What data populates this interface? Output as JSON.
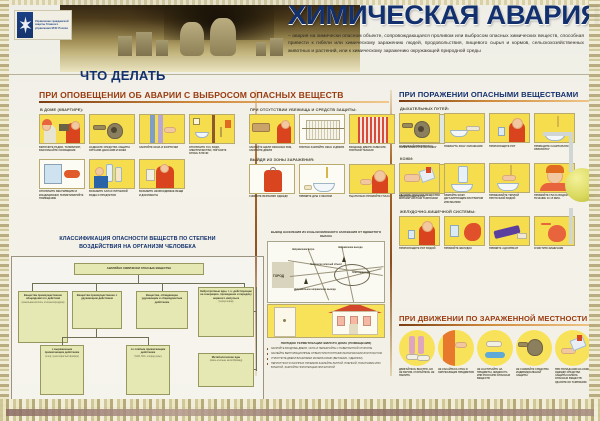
{
  "poster": {
    "title": "ХИМИЧЕСКАЯ АВАРИЯ",
    "definition": "– авария на химически опасном объекте, сопровождающаяся проливом или выбросом опасных химических веществ, способная привести к гибели или химическому заражению людей, продовольствия, пищевого сырья и кормов, сельскохозяйственных животных и растений, или к химическому заражению окружающей природной среды",
    "what_to_do": "ЧТО ДЕЛАТЬ",
    "emblem_text": "Управление гражданской защиты Главного управления МЧС России"
  },
  "section_alert": {
    "title": "ПРИ ОПОВЕЩЕНИИ ОБ АВАРИИ С ВЫБРОСОМ ОПАСНЫХ ВЕЩЕСТВ",
    "sub_home": "В ДОМЕ (КВАРТИРЕ):",
    "sub_noshelter": "ПРИ ОТСУТСТВИИ УБЕЖИЩА И СРЕДСТВ ЗАЩИТЫ:",
    "sub_exit": "ВЫЙДЯ ИЗ ЗОНЫ ЗАРАЖЕНИЯ:",
    "home_row1": [
      {
        "caption": "ВКЛЮЧИТЕ РАДИО, ТЕЛЕВИЗОР, ВЫСЛУШАЙТЕ СООБЩЕНИЕ",
        "icon": "radio-listen-icon"
      },
      {
        "caption": "НАДЕНЬТЕ СРЕДСТВА ЗАЩИТЫ ОРГАНОВ ДЫХАНИЯ И КОЖИ",
        "icon": "gas-mask-icon"
      },
      {
        "caption": "ЗАКРОЙТЕ ОКНА И ФОРТОЧКИ",
        "icon": "close-window-icon"
      },
      {
        "caption": "ОТКЛЮЧИТЕ ГАЗ, ВОДУ, ЭЛЕКТРИЧЕСТВО, ПОГАСИТЕ ОГОНЬ В ПЕЧИ",
        "icon": "shutoff-utilities-icon"
      }
    ],
    "home_row2": [
      {
        "caption": "ОТКЛЮЧИТЕ ВЕНТИЛЯЦИЮ И КОНДИЦИОНЕР, ГЕРМЕТИЗИРУЙТЕ ПОМЕЩЕНИЕ",
        "icon": "seal-room-icon"
      },
      {
        "caption": "ВОЗЬМИТЕ ЗАПАС ПИТЬЕВОЙ ВОДЫ И ПРОДУКТОВ",
        "icon": "water-food-icon"
      },
      {
        "caption": "ВОЗЬМИТЕ НЕОБХОДИМЫЕ ВЕЩИ И ДОКУМЕНТЫ",
        "icon": "documents-icon"
      }
    ],
    "noshelter_row": [
      {
        "caption": "ЗАКЛЕЙТЕ ЩЕЛИ ОКОННЫХ РАМ, ЗАКРОЙТЕ ДВЕРИ",
        "icon": "tape-gaps-icon"
      },
      {
        "caption": "ПЛОТНО ЗАКРОЙТЕ ОКНА И ДВЕРИ",
        "icon": "radiator-window-icon"
      },
      {
        "caption": "ВХОДНЫЕ ДВЕРИ ЗАВЕСЬТЕ ПЛОТНОЙ ТКАНЬЮ",
        "icon": "curtain-door-icon"
      },
      {
        "caption": "ГЕРМЕТИЗИРУЙТЕ ВЫТЯЖКУ",
        "icon": "seal-vent-icon"
      }
    ],
    "exit_row": [
      {
        "caption": "СНИМИТЕ ВЕРХНЮЮ ОДЕЖДУ",
        "icon": "remove-coat-icon"
      },
      {
        "caption": "ПРИМИТЕ ДУШ С МЫЛОМ",
        "icon": "shower-soap-icon"
      },
      {
        "caption": "ТЩАТЕЛЬНО ПРОМОЙТЕ ГЛАЗА",
        "icon": "wash-eyes-icon"
      },
      {
        "caption": "ПРОПОЛОЩИТЕ РОТ",
        "icon": "rinse-mouth-icon"
      }
    ]
  },
  "section_poisoning": {
    "title": "ПРИ ПОРАЖЕНИИ ОПАСНЫМИ ВЕЩЕСТВАМИ",
    "sub_airways": "ДЫХАТЕЛЬНЫХ ПУТЕЙ:",
    "sub_skin": "КОЖИ:",
    "sub_gi": "ЖЕЛУДОЧНО-КИШЕЧНОЙ СИСТЕМЫ:",
    "airways_row": [
      {
        "caption": "НАДЕЖНЫЙ ПРОТИВОГАЗ",
        "icon": "gas-mask-icon"
      },
      {
        "caption": "ПОКИНУТЬ ЗОНУ ЗАРАЖЕНИЯ",
        "icon": "leave-zone-icon"
      },
      {
        "caption": "ПРОПОЛОЩИТЕ РОТ",
        "icon": "rinse-mouth-icon"
      },
      {
        "caption": "ПРОВЕДИТЕ САНИТАРНУЮ ОБРАБОТКУ",
        "icon": "sanitary-wash-icon"
      }
    ],
    "skin_row": [
      {
        "caption": "УДАЛИТЕ ОПАСНОЕ ВЕЩЕСТВО МЯГКИМ ЧИСТЫМ ТАМПОНОМ",
        "icon": "swab-icon"
      },
      {
        "caption": "ОБМОЙТЕ КОЖУ ДЕГАЗИРУЮЩИМ РАСТВОРОМ ИЛИ МЫЛОМ",
        "icon": "degas-solution-icon"
      },
      {
        "caption": "ПРОМЫВАЙТЕ ТЕПЛОЙ ПРОТОЧНОЙ ВОДОЙ",
        "icon": "running-water-icon"
      },
      {
        "caption": "ПРОМОЙТЕ ГЛАЗА ВОДОЙ В ТЕЧЕНИЕ 10-15 МИН.",
        "icon": "eye-rinse-icon"
      }
    ],
    "gi_row": [
      {
        "caption": "ПРОПОЛОЩИТЕ РОТ ВОДОЙ",
        "icon": "rinse-mouth-icon"
      },
      {
        "caption": "ПРОМОЙТЕ ЖЕЛУДОК",
        "icon": "stomach-icon"
      },
      {
        "caption": "ПРИМИТЕ АДСОРБЕНТ",
        "icon": "adsorbent-icon"
      },
      {
        "caption": "ОЧИСТИТЕ КИШЕЧНИК",
        "icon": "enema-icon"
      }
    ]
  },
  "section_movement": {
    "title": "ПРИ ДВИЖЕНИИ ПО ЗАРАЖЕННОЙ МЕСТНОСТИ",
    "items": [
      {
        "caption": "ДВИГАЙТЕСЬ БЫСТРО, НО НЕ БЕГОМ, СТАРАЙТЕСЬ НЕ ПЫЛИТЬ",
        "icon": "walk-fast-icon"
      },
      {
        "caption": "НЕ КАСАЙТЕСЬ СТЕН И ОКРУЖАЮЩИХ ПРЕДМЕТОВ",
        "icon": "no-touch-icon"
      },
      {
        "caption": "НЕ НАСТУПАЙТЕ НА ПРЕДМЕТЫ, ЖИДКОСТЬ ИЛИ РОССЫПИ ОПАСНЫХ ВЕЩЕСТВ",
        "icon": "no-step-icon"
      },
      {
        "caption": "НЕ СНИМАЙТЕ СРЕДСТВА ИНДИВИДУАЛЬНОЙ ЗАЩИТЫ",
        "icon": "keep-ppe-icon"
      },
      {
        "caption": "ПРИ ПОПАДАНИИ НА КОЖУ, ОДЕЖДУ СРЕДСТВА ЗАЩИТЫ КАПЕЛЬ ОПАСНЫХ ВЕЩЕСТВ УДАЛИТЕ ИХ ТАМПОНОМ",
        "icon": "swab-icon"
      }
    ]
  },
  "section_classification": {
    "title_line1": "КЛАССИФИКАЦИЯ ОПАСНОСТИ ВЕЩЕСТВ ПО СТЕПЕНИ",
    "title_line2": "ВОЗДЕЙСТВИЯ НА ОРГАНИЗМ ЧЕЛОВЕКА",
    "root": "АВАРИЙНО ХИМИЧЕСКИ ОПАСНЫЕ ВЕЩЕСТВА",
    "nodes": [
      {
        "label": "Вещества преимущественно общеядовитого действия",
        "sub": "(синильная кислота, этиленхлоргидрин)"
      },
      {
        "label": "Вещества преимущественно с удушающим действием",
        "sub": ""
      },
      {
        "label": "Вещества, обладающие удушающим и общеядовитым действием",
        "sub": ""
      },
      {
        "label": "Нейротропные яды, т. е. действующие на генерацию, проведение и передачу нервного импульса",
        "sub": "(сероуглерод)"
      },
      {
        "label": "с выраженным прижигающим действием",
        "sub": "(хлор, треххлористый фосфор)"
      },
      {
        "label": "со слабым прижигающим действием",
        "sub": "(SO2, NOx, хлорид серы)"
      },
      {
        "label": "Метаболические яды",
        "sub": "(окись этилена, метилбромид)"
      }
    ]
  },
  "section_map": {
    "caption": "ВЫВОД НАСЕЛЕНИЯ ИЗ ЗОНЫ ВОЗМОЖНОГО ЗАРАЖЕНИЯ ОТ ЯДОВИТОГО ОБЛАКА",
    "labels": [
      "Направление ветра",
      "Направление выхода",
      "Неправильное направление выхода",
      "Зона заражения",
      "Химически опасный объект",
      "ГОРОД"
    ]
  },
  "section_sealing": {
    "title": "ПОРЯДОК ГЕРМЕТИЗАЦИИ ЖИЛОГО ДОМА (ПОМЕЩЕНИЯ)",
    "steps": [
      "ЗАКРОЙТЕ ВХОДНЫЕ ДВЕРИ, ОКНА И ПЕРЕКРОЙТЕ С НАВЕТРЕННОЙ СТОРОНЫ",
      "ЗАКЛЕЙТЕ ВЕНТИЛЯЦИОННЫЕ ОТВЕРСТИЯ ПЛОТНЫМИ МАТЕРИАЛАМИ ИЛИ ПЛАСТОМ",
      "УПЛОТНИТЕ ДВЕРИ ВЛАЖНЫМИ МАТЕРИАЛАМИ (ВЕТОШЬЮ, ОДЕЯЛОМ)",
      "НЕПЛОТНОСТИ ОКОННЫХ ПРОЕМОВ ЗАКЛЕЙТЕ ЛЕНТОЙ, ПЛЕНКОЙ, ПЛАСТЫРЕМ ИЛИ БУМАГОЙ, ЗАКРОЙТЕ ПОЛОТЕНЦЕМ ИЛИ ШТОРОЙ"
    ]
  },
  "colors": {
    "title_blue": "#12306e",
    "section_orange": "#9a3b10",
    "icon_yellow": "#f5dd4e",
    "node_green": "#e6e8b4",
    "paper": "#f2f0e6"
  }
}
